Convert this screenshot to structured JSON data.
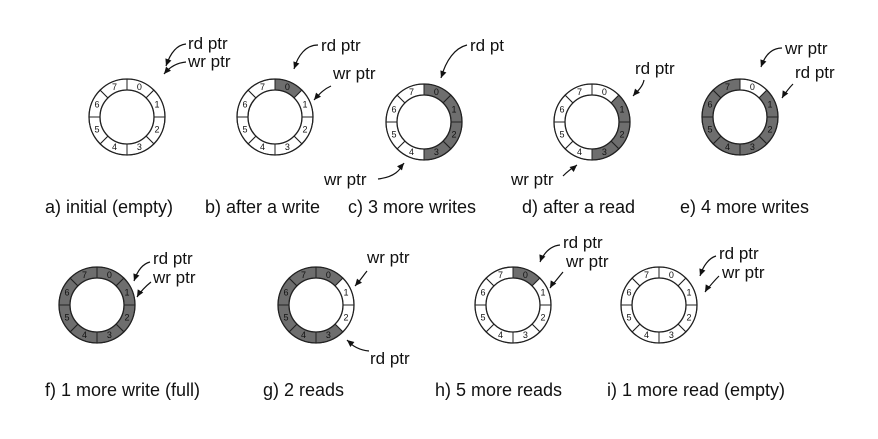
{
  "colors": {
    "filled": "#6e6e6e",
    "empty": "#ffffff",
    "stroke": "#222222"
  },
  "panels": [
    {
      "caption": "a) initial (empty)",
      "filled": [],
      "labels": [
        {
          "text": "rd ptr"
        },
        {
          "text": "wr ptr"
        }
      ]
    },
    {
      "caption": "b) after a write",
      "filled": [
        0
      ],
      "labels": [
        {
          "text": "rd ptr"
        },
        {
          "text": "wr ptr"
        }
      ]
    },
    {
      "caption": "c) 3 more writes",
      "filled": [
        0,
        1,
        2,
        3
      ],
      "labels": [
        {
          "text": "rd pt"
        },
        {
          "text": "wr ptr"
        }
      ]
    },
    {
      "caption": "d) after a read",
      "filled": [
        1,
        2,
        3
      ],
      "labels": [
        {
          "text": "rd ptr"
        },
        {
          "text": "wr ptr"
        }
      ]
    },
    {
      "caption": "e) 4 more writes",
      "filled": [
        1,
        2,
        3,
        4,
        5,
        6,
        7
      ],
      "labels": [
        {
          "text": "wr ptr"
        },
        {
          "text": "rd ptr"
        }
      ]
    },
    {
      "caption": "f) 1 more write (full)",
      "filled": [
        0,
        1,
        2,
        3,
        4,
        5,
        6,
        7
      ],
      "labels": [
        {
          "text": "rd ptr"
        },
        {
          "text": "wr ptr"
        }
      ]
    },
    {
      "caption": "g) 2 reads",
      "filled": [
        3,
        4,
        5,
        6,
        7,
        0
      ],
      "labels": [
        {
          "text": "wr ptr"
        },
        {
          "text": "rd ptr"
        }
      ]
    },
    {
      "caption": "h) 5 more reads",
      "filled": [
        0
      ],
      "labels": [
        {
          "text": "rd ptr"
        },
        {
          "text": "wr ptr"
        }
      ]
    },
    {
      "caption": "i) 1 more read (empty)",
      "filled": [],
      "labels": [
        {
          "text": "rd ptr"
        },
        {
          "text": "wr ptr"
        }
      ]
    }
  ]
}
